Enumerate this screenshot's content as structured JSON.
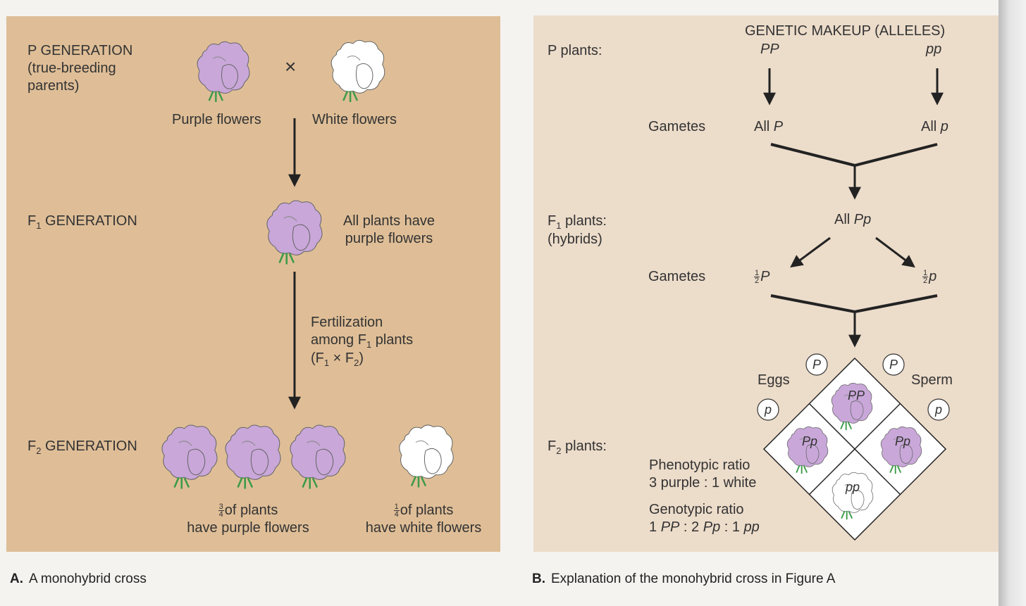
{
  "figure_a": {
    "p_generation": [
      "P GENERATION",
      "(true-breeding",
      "parents)"
    ],
    "cross_symbol": "×",
    "purple_label": "Purple flowers",
    "white_label": "White flowers",
    "f1_generation_label": "GENERATION",
    "f1_result": [
      "All plants have",
      "purple flowers"
    ],
    "fertilization": [
      "Fertilization",
      "among F",
      "plants"
    ],
    "f2_generation_label": "GENERATION",
    "f2_purple_fraction": "of plants",
    "f2_purple_label": "have purple flowers",
    "f2_white_fraction": "of plants",
    "f2_white_label": "have white flowers",
    "caption_letter": "A.",
    "caption": "A monohybrid cross"
  },
  "figure_b": {
    "header": "GENETIC MAKEUP (ALLELES)",
    "p_plants": "P plants:",
    "pp_dominant": "PP",
    "pp_recessive": "pp",
    "gametes_label": "Gametes",
    "all_p_dominant": "All",
    "all_p_recessive": "All",
    "f1_plants": [
      "plants:",
      "(hybrids)"
    ],
    "all_pp": "All",
    "gametes_label_2": "Gametes",
    "eggs_label": "Eggs",
    "sperm_label": "Sperm",
    "f2_plants": "plants:",
    "phenotypic": [
      "Phenotypic ratio",
      "3 purple : 1 white"
    ],
    "genotypic_title": "Genotypic ratio",
    "punnett": [
      "PP",
      "Pp",
      "Pp",
      "pp"
    ],
    "caption_letter": "B.",
    "caption": "Explanation of the monohybrid cross in Figure A"
  },
  "colors": {
    "purple_flower": "#c9a7d9",
    "white_flower": "#ffffff",
    "stem": "#4caf50",
    "panel_a": "#dfbe97",
    "panel_b": "#ecdcca"
  }
}
